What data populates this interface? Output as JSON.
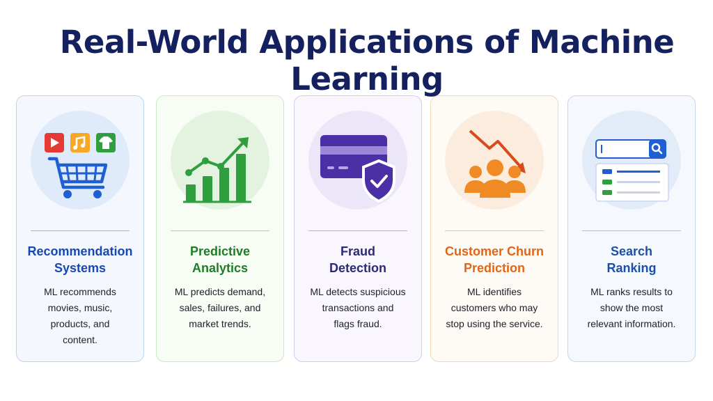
{
  "title": "Real-World Applications of Machine Learning",
  "colors": {
    "title": "#14215e",
    "blue": "#1747b5",
    "green": "#1f7d25",
    "purple": "#2a2a78",
    "orange": "#e06614"
  },
  "cards": [
    {
      "title": "Recommendation\nSystems",
      "description": "ML recommends\nmovies, music,\nproducts, and\ncontent.",
      "icons": [
        "play-icon",
        "music-icon",
        "shirt-icon",
        "shopping-cart-icon"
      ]
    },
    {
      "title": "Predictive\nAnalytics",
      "description": "ML predicts demand,\nsales, failures, and\nmarket trends.",
      "icons": [
        "trend-chart-icon"
      ]
    },
    {
      "title": "Fraud\nDetection",
      "description": "ML detects suspicious\ntransactions and\nflags fraud.",
      "icons": [
        "credit-card-icon",
        "shield-check-icon"
      ]
    },
    {
      "title": "Customer Churn\nPrediction",
      "description": "ML identifies\ncustomers who may\nstop using the service.",
      "icons": [
        "down-arrow-icon",
        "people-icon"
      ]
    },
    {
      "title": "Search\nRanking",
      "description": "ML ranks results to\nshow the most\nrelevant information.",
      "icons": [
        "search-bar-icon",
        "ranked-list-icon"
      ]
    }
  ]
}
